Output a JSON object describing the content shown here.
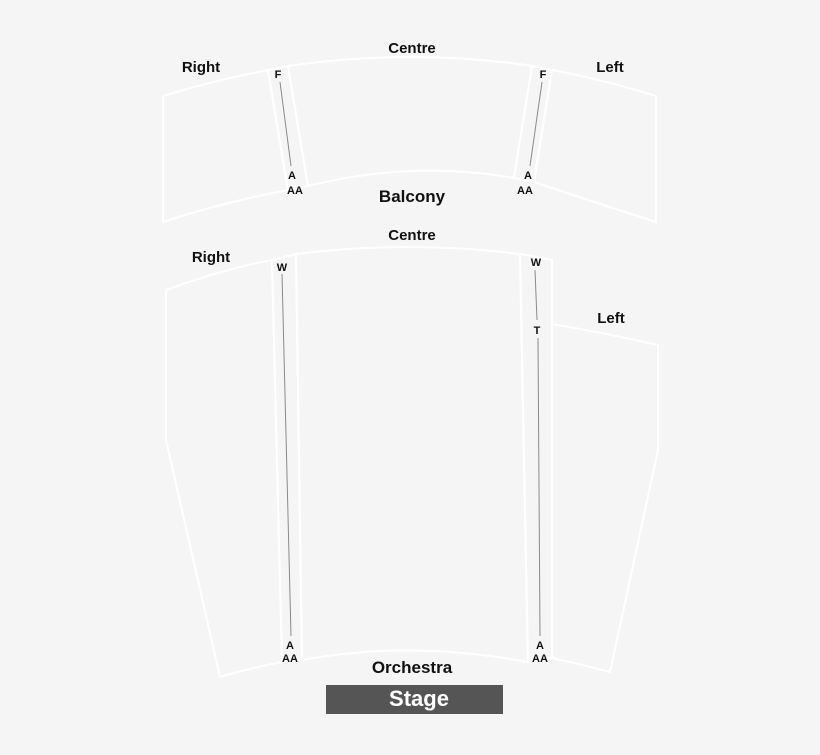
{
  "colors": {
    "background": "#f5f5f5",
    "section_outline": "#ffffff",
    "aisle_line": "#8a8a8a",
    "label_text": "#111111",
    "stage_fill": "#555555",
    "stage_text": "#ffffff"
  },
  "balcony": {
    "name": "Balcony",
    "sections": {
      "right": "Right",
      "centre": "Centre",
      "left": "Left"
    },
    "aisle_right": {
      "top_row": "F",
      "bottom_row_a": "A",
      "bottom_row_aa": "AA"
    },
    "aisle_left": {
      "top_row": "F",
      "bottom_row_a": "A",
      "bottom_row_aa": "AA"
    }
  },
  "orchestra": {
    "name": "Orchestra",
    "sections": {
      "right": "Right",
      "centre": "Centre",
      "left": "Left"
    },
    "aisle_right": {
      "top_row": "W",
      "bottom_row_a": "A",
      "bottom_row_aa": "AA"
    },
    "aisle_left": {
      "top_row": "W",
      "mid_row": "T",
      "bottom_row_a": "A",
      "bottom_row_aa": "AA"
    }
  },
  "stage": {
    "label": "Stage"
  }
}
